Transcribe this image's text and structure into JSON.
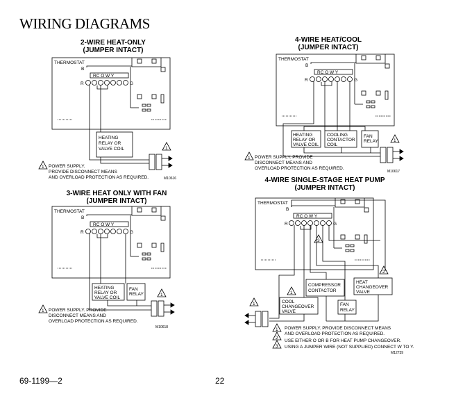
{
  "page": {
    "title": "WIRING DIAGRAMS",
    "doc_number": "69-1199—2",
    "page_number": "22"
  },
  "diagrams": [
    {
      "id": "d1",
      "title_line1": "2-WIRE HEAT-ONLY",
      "title_line2": "(JUMPER INTACT)",
      "thermostat": "THERMOSTAT",
      "terminals": "RC  O  W  Y",
      "term_b": "B",
      "term_r": "R",
      "term_g": "G",
      "boxes": [
        "HEATING RELAY OR VALVE COIL"
      ],
      "notes": [
        {
          "num": "1",
          "text": "POWER SUPPLY.  PROVIDE DISCONNECT MEANS AND OVERLOAD PROTECTION AS REQUIRED."
        }
      ],
      "code": "M10616",
      "marker": "1"
    },
    {
      "id": "d2",
      "title_line1": "4-WIRE HEAT/COOL",
      "title_line2": "(JUMPER INTACT)",
      "thermostat": "THERMOSTAT",
      "terminals": "RC  O  W  Y",
      "term_b": "B",
      "term_r": "R",
      "term_g": "G",
      "boxes": [
        "HEATING RELAY OR VALVE COIL",
        "COOLING CONTACTOR COIL",
        "FAN RELAY"
      ],
      "notes": [
        {
          "num": "1",
          "text": "POWER SUPPLY.  PROVIDE DISCONNECT MEANS AND OVERLOAD PROTECTION AS REQUIRED."
        }
      ],
      "code": "M10617",
      "marker": "1"
    },
    {
      "id": "d3",
      "title_line1": "3-WIRE HEAT ONLY WITH FAN",
      "title_line2": "(JUMPER INTACT)",
      "thermostat": "THERMOSTAT",
      "terminals": "RC  O  W  Y",
      "term_b": "B",
      "term_r": "R",
      "term_g": "G",
      "boxes": [
        "HEATING RELAY OR VALVE COIL",
        "FAN RELAY"
      ],
      "notes": [
        {
          "num": "1",
          "text": "POWER SUPPLY.  PROVIDE DISCONNECT MEANS AND OVERLOAD PROTECTION AS REQUIRED."
        }
      ],
      "code": "M10618",
      "marker": "1"
    },
    {
      "id": "d4",
      "title_line1": "4-WIRE SINGLE-STAGE HEAT PUMP",
      "title_line2": "(JUMPER INTACT)",
      "thermostat": "THERMOSTAT",
      "terminals": "RC  O  W  Y",
      "term_b": "B",
      "term_r": "R",
      "term_g": "G",
      "boxes": [
        "COMPRESSOR CONTACTOR",
        "HEAT CHANGEOVER VALVE",
        "COOL CHANGEOVER VALVE",
        "FAN RELAY"
      ],
      "notes": [
        {
          "num": "1",
          "text": "POWER SUPPLY.  PROVIDE DISCONNECT MEANS AND OVERLOAD PROTECTION AS REQUIRED."
        },
        {
          "num": "2",
          "text": "USE EITHER O OR B FOR HEAT PUMP CHANGEOVER."
        },
        {
          "num": "3",
          "text": "USING A JUMPER WIRE (NOT SUPPLIED) CONNECT W TO Y."
        }
      ],
      "code": "M12739",
      "markers": [
        "1",
        "2",
        "3"
      ]
    }
  ]
}
